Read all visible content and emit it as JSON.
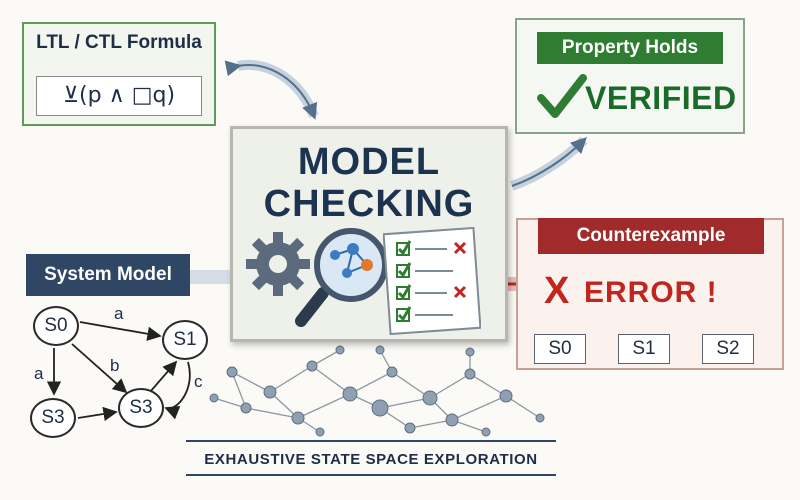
{
  "formula": {
    "title": "LTL / CTL Formula",
    "expression": "⊻(p ∧ □q)"
  },
  "verified": {
    "header": "Property Holds",
    "label": "VERIFIED"
  },
  "center": {
    "title_line1": "MODEL",
    "title_line2": "CHECKING"
  },
  "counterexample": {
    "header": "Counterexample",
    "error_mark": "X",
    "error_text": "ERROR !",
    "trace": [
      "S0",
      "S1",
      "S2"
    ]
  },
  "system_model": {
    "label": "System Model",
    "nodes": {
      "s0": "S0",
      "s1": "S1",
      "s3_left": "S3",
      "s3_mid": "S3"
    },
    "edges": {
      "a_top": "a",
      "a_left": "a",
      "b": "b",
      "c": "c"
    }
  },
  "caption": "EXHAUSTIVE STATE SPACE EXPLORATION",
  "colors": {
    "verified_green": "#2e7d32",
    "error_red": "#c0261f",
    "counterexample_header": "#a12a2a",
    "system_model_header": "#2f4665"
  }
}
